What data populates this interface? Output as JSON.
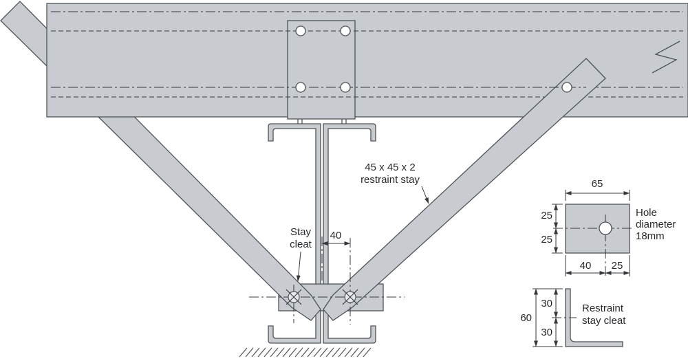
{
  "main_view": {
    "stay_label": {
      "line1": "45 x 45 x 2",
      "line2": "restraint stay"
    },
    "cleat_label": {
      "line1": "Stay",
      "line2": "cleat"
    },
    "bolt_gauge_dim": "40"
  },
  "plate_detail": {
    "width_dim": "65",
    "hole_top_dim": "25",
    "hole_bottom_dim": "25",
    "hole_left_dim": "40",
    "hole_edge_dim": "25",
    "note": {
      "line1": "Hole",
      "line2": "diameter",
      "line3": "18mm"
    }
  },
  "angle_detail": {
    "upper_dim": "30",
    "lower_dim": "30",
    "total_dim": "60",
    "label": {
      "line1": "Restraint",
      "line2": "stay cleat"
    }
  },
  "colors": {
    "metal": "#c8ccd0",
    "outline": "#4e5358",
    "line": "#34383c",
    "text": "#26292c",
    "background": "#ffffff"
  }
}
